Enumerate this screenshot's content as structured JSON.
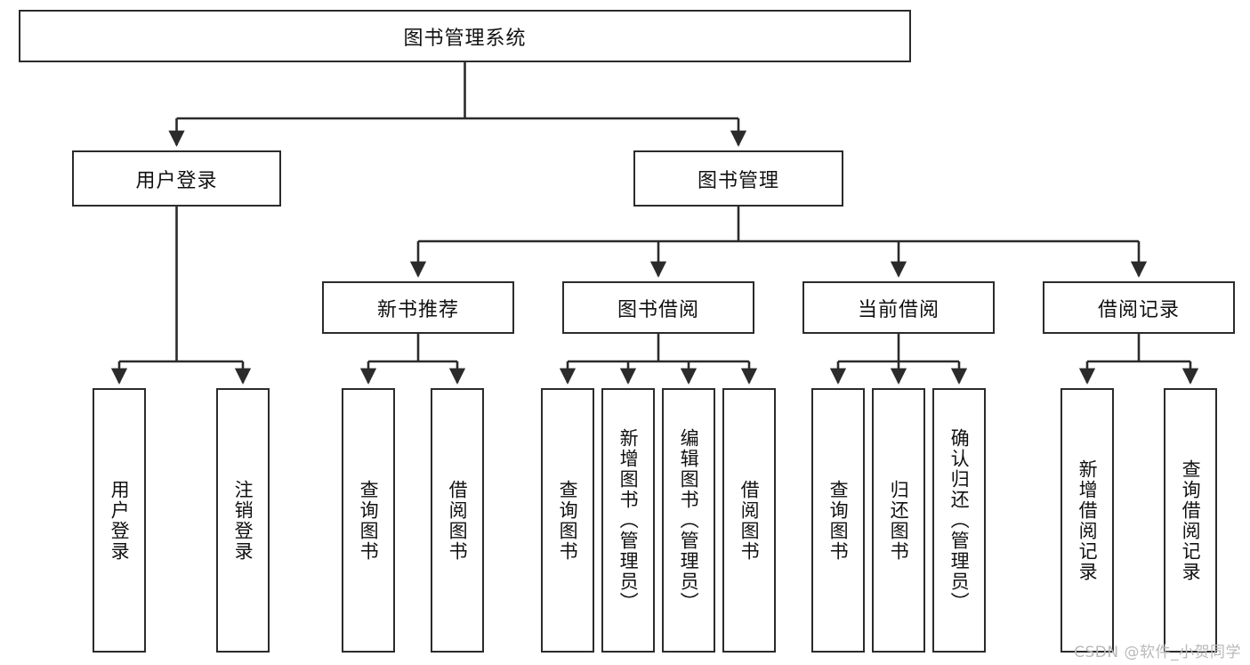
{
  "diagram": {
    "title": "图书管理系统",
    "type": "tree-hierarchy-diagram",
    "root": {
      "label": "图书管理系统"
    },
    "level2": [
      {
        "label": "用户登录"
      },
      {
        "label": "图书管理"
      }
    ],
    "level3": [
      {
        "label": "新书推荐"
      },
      {
        "label": "图书借阅"
      },
      {
        "label": "当前借阅"
      },
      {
        "label": "借阅记录"
      }
    ],
    "leaves": [
      {
        "label": "用户登录"
      },
      {
        "label": "注销登录"
      },
      {
        "label": "查询图书"
      },
      {
        "label": "借阅图书"
      },
      {
        "label": "查询图书"
      },
      {
        "label": "新增图书（管理员）"
      },
      {
        "label": "编辑图书（管理员）"
      },
      {
        "label": "借阅图书"
      },
      {
        "label": "查询图书"
      },
      {
        "label": "归还图书"
      },
      {
        "label": "确认归还（管理员）"
      },
      {
        "label": "新增借阅记录"
      },
      {
        "label": "查询借阅记录"
      }
    ],
    "watermark": "CSDN @软件_小贺同学",
    "colors": {
      "stroke": "#2b2b2b",
      "fill": "#ffffff",
      "text": "#111111",
      "watermark": "#b9b9b9"
    }
  }
}
